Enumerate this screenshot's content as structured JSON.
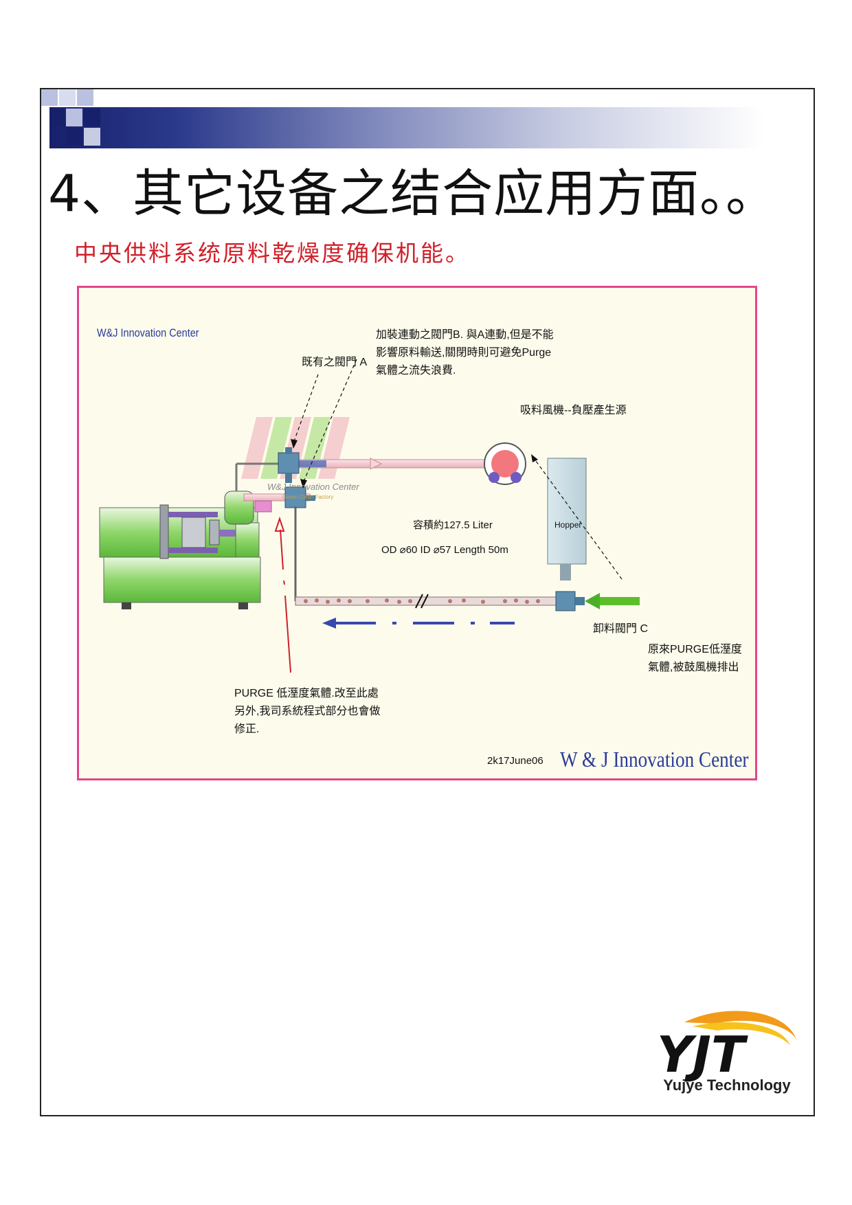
{
  "page": {
    "title": "4、其它设备之结合应用方面。。",
    "subtitle": "中央供料系统原料乾燥度确保机能。"
  },
  "diagram": {
    "brand_top": "W&J Innovation Center",
    "valve_a_label": "既有之閥門 A",
    "valve_b_note": [
      "加裝連動之閥門B. 與A連動,但是不能",
      "影響原料輸送,關閉時則可避免Purge",
      "氣體之流失浪費."
    ],
    "blower_label": "吸料風機--負壓產生源",
    "center_watermark": "W&J Innovation Center",
    "center_watermark_sub": "Green Clean Factory",
    "volume_label": "容積約127.5 Liter",
    "pipe_spec": "OD  ⌀60    ID  ⌀57  Length 50m",
    "hopper_label": "Hopper",
    "valve_c_label": "卸料閥門 C",
    "purge_origin_note": [
      "原來PURGE低溼度",
      "氣體,被鼓風機排出"
    ],
    "purge_change_note": [
      "PURGE 低溼度氣體.改至此處",
      "另外,我司系統程式部分也會做",
      "修正."
    ],
    "date_code": "2k17June06",
    "brand_bottom": "W & J Innovation Center"
  },
  "logo": {
    "mark": "YJT",
    "caption": "Yujye Technology"
  },
  "colors": {
    "title_band": "#17206b",
    "subtitle": "#d0202a",
    "diagram_border": "#e2458a",
    "diagram_bg": "#fdfcec",
    "brand": "#2a3a9a",
    "machine_green": "#6cc24a",
    "pipe_pink": "#f4c7cd",
    "arrow_green": "#4caf2a",
    "arrow_blue": "#3848b0",
    "arrow_red": "#d0202a",
    "logo_orange": "#f29a1a"
  }
}
